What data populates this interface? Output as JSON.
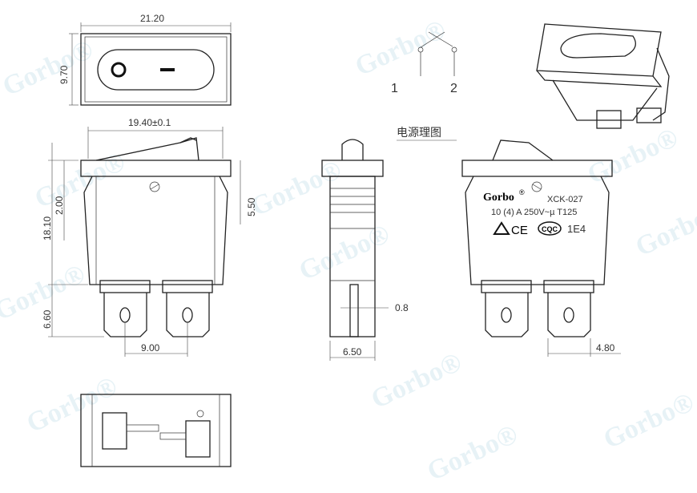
{
  "watermark": "Gorbo®",
  "dimensions": {
    "top_width": "21.20",
    "top_height": "9.70",
    "body_width": "19.40±0.1",
    "actuator_offset": "2.00",
    "total_height": "18.10",
    "flange_height": "5.50",
    "terminal_length": "6.60",
    "terminal_pitch": "9.00",
    "side_width": "6.50",
    "terminal_thickness": "0.8",
    "terminal_width": "4.80"
  },
  "schematic": {
    "title": "电源理图",
    "terminal_1": "1",
    "terminal_2": "2"
  },
  "top_view": {
    "off_symbol": "O",
    "on_symbol": "I"
  },
  "marking": {
    "brand": "Gorbo",
    "brand_mark": "®",
    "model": "XCK-027",
    "rating": "10 (4) A 250V~µ  T125",
    "cert_cqc": "CQC",
    "endurance": "1E4"
  },
  "colors": {
    "line": "#222222",
    "watermark": "#dfeef4"
  }
}
